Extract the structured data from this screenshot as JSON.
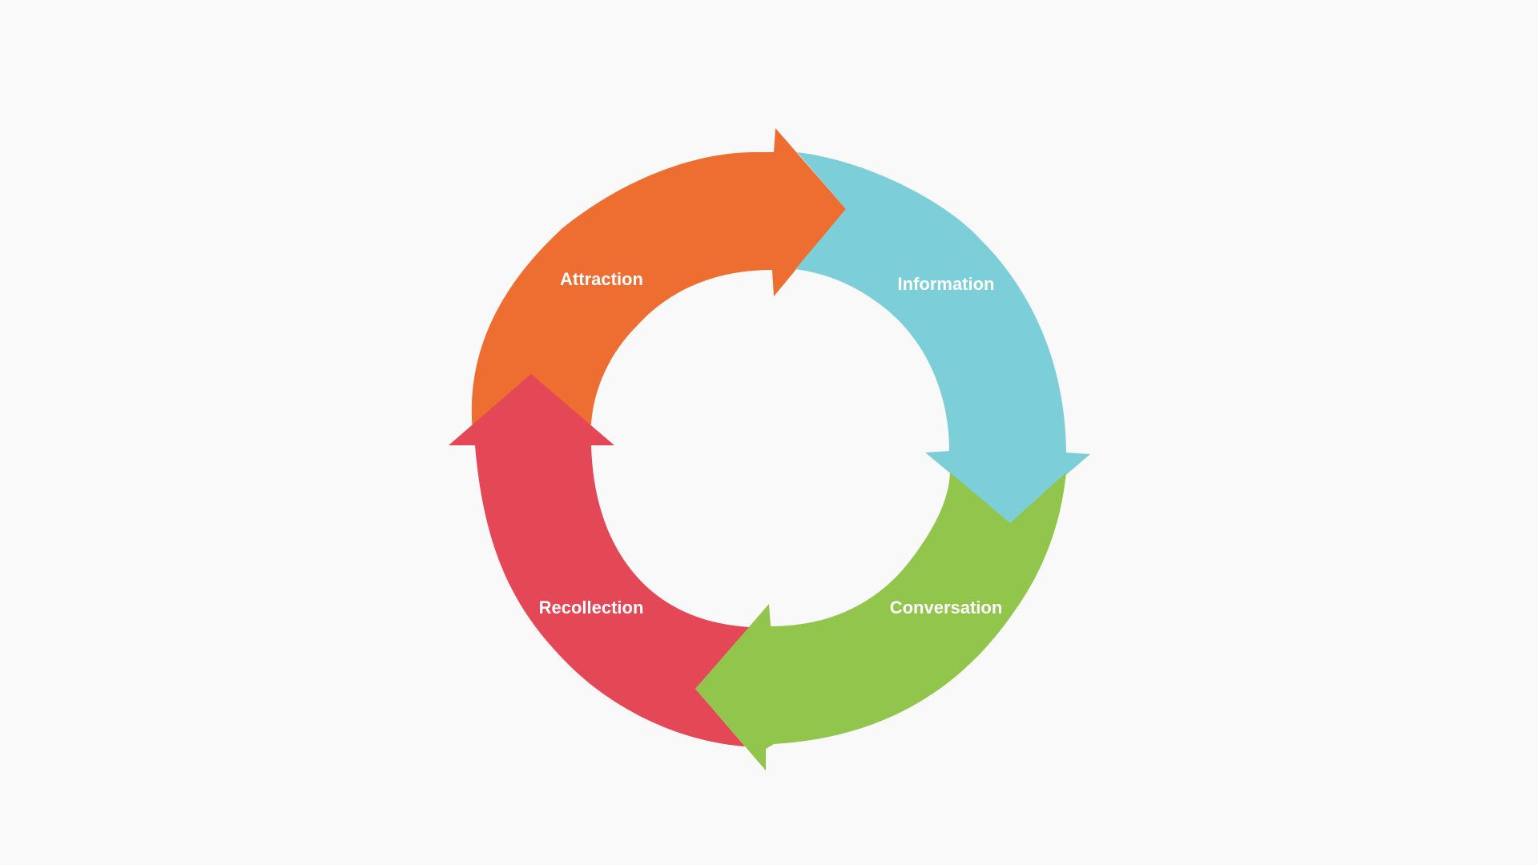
{
  "background_color": "#f9f9f9",
  "cycle": {
    "segments": [
      {
        "label": "Attraction",
        "color": "#ee6d31"
      },
      {
        "label": "Information",
        "color": "#7ccfd9"
      },
      {
        "label": "Conversation",
        "color": "#92c54b"
      },
      {
        "label": "Recollection",
        "color": "#e44856"
      }
    ]
  }
}
